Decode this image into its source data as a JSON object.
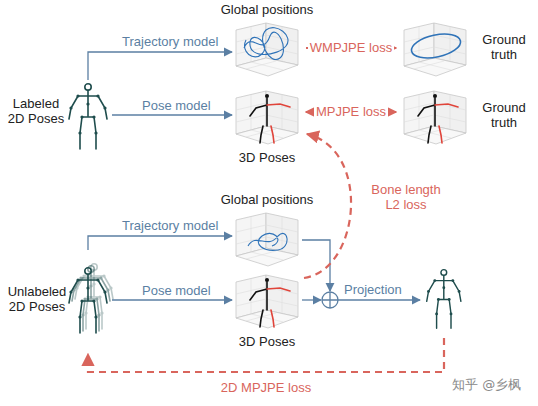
{
  "diagram": {
    "nodes": [
      {
        "text": [
          "Labeled 2D Poses"
        ]
      },
      {
        "text": [
          "Global positions"
        ]
      },
      {
        "text": [
          "Ground truth"
        ]
      },
      {
        "text": [
          "3D Poses"
        ]
      },
      {
        "text": [
          "Ground truth"
        ]
      },
      {
        "text": [
          "Global positions"
        ]
      },
      {
        "text": [
          "3D Poses"
        ]
      },
      {
        "text": [
          "Unlabeled 2D Poses"
        ]
      }
    ],
    "edges": [
      {
        "from": 0,
        "to": 1,
        "label": "Trajectory model",
        "arrow": "to"
      },
      {
        "from": 0,
        "to": 3,
        "label": "Pose model",
        "arrow": "to"
      },
      {
        "from": 1,
        "to": 2,
        "label": "WMPJPE loss",
        "arrow": "to"
      },
      {
        "from": 3,
        "to": 4,
        "label": "MPJPE loss",
        "arrow": "both"
      },
      {
        "from": 7,
        "to": 5,
        "label": "Trajectory model",
        "arrow": "to"
      },
      {
        "from": 7,
        "to": 6,
        "label": "Pose model",
        "arrow": "to"
      },
      {
        "from": 6,
        "to": 3,
        "label": "Bone length L2 loss",
        "arrow": "to"
      }
    ],
    "labels": [
      "Projection",
      "2D MPJPE loss",
      "知乎 @乡枫"
    ]
  }
}
